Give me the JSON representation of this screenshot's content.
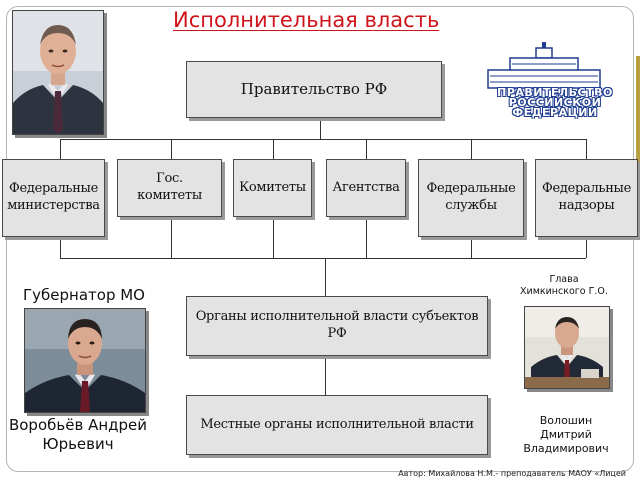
{
  "title": "Исполнительная власть",
  "government": "Правительство РФ",
  "federal_bodies": [
    "Федеральные министерства",
    "Гос. комитеты",
    "Комитеты",
    "Агентства",
    "Федеральные службы",
    "Федеральные надзоры"
  ],
  "regional_bodies": "Органы исполнительной власти субъектов РФ",
  "local_bodies": "Местные органы исполнительной власти",
  "governor": {
    "role": "Губернатор МО",
    "name_line1": "Воробьёв Андрей",
    "name_line2": "Юрьевич"
  },
  "local_head": {
    "role_line1": "Глава",
    "role_line2": "Химкинского Г.О.",
    "name_line1": "Волошин",
    "name_line2": "Дмитрий",
    "name_line3": "Владимирович"
  },
  "emblem_lines": [
    "ПРАВИТЕЛЬСТВО",
    "РОССИЙСКОЙ",
    "ФЕДЕРАЦИИ"
  ],
  "footer": "Автор: Михайлова Н.М.- преподаватель МАОУ «Лицей",
  "colors": {
    "title": "#d0141c",
    "box_fill": "#e3e3e3",
    "emblem_blue": "#1f3d91"
  }
}
